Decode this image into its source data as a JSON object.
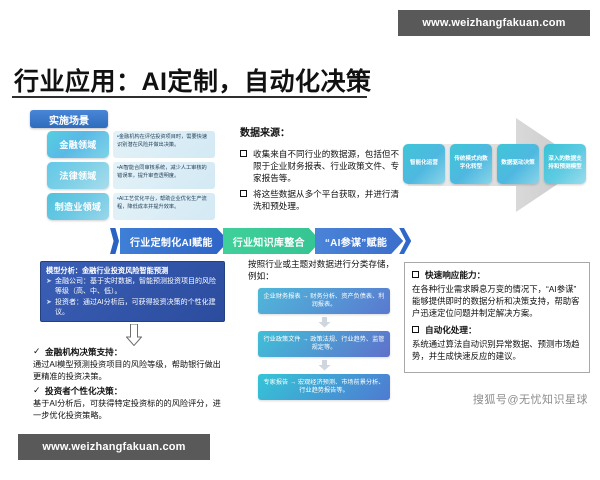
{
  "watermarks": {
    "top": "www.weizhangfakuan.com",
    "bottom": "www.weizhangfakuan.com",
    "sohu": "搜狐号@无忧知识星球"
  },
  "slide": {
    "title": "行业应用：AI定制，自动化决策",
    "scenario_tag": "实施场景"
  },
  "domains": [
    {
      "name": "金融领域",
      "desc": "金融机构在评估投资项目时，需要快速识别潜在风险并做出决策。"
    },
    {
      "name": "法律领域",
      "desc": "AI智能合同审核系统，减少人工审核的错误率，提升审查透明度。"
    },
    {
      "name": "制造业领域",
      "desc": "AI工艺优化平台，帮助企业优化生产流程，降低成本并提升效率。"
    }
  ],
  "datasource": {
    "title": "数据来源：",
    "items": [
      "收集来自不同行业的数据源，包括但不限于企业财务报表、行业政策文件、专家报告等。",
      "将这些数据从多个平台获取，并进行清洗和预处理。"
    ]
  },
  "transform_boxes": [
    "智能化运营",
    "传统模式向数字化转型",
    "数据驱动决策",
    "深入的数据支持和预测模型"
  ],
  "process_chevrons": [
    "行业定制化AI赋能",
    "行业知识库整合",
    "“AI参谋”赋能"
  ],
  "model_box": {
    "title": "模型分析：金融行业投资风险智能预测",
    "items": [
      "金融公司：基于实时数据，智能预测投资项目的风险等级（高、中、低）。",
      "投资者：通过AI分析后，可获得投资决策的个性化建议。"
    ]
  },
  "checklist": [
    {
      "mark": "✓",
      "head": "金融机构决策支持：",
      "body": "通过AI模型预测投资项目的风险等级，帮助银行做出更精准的投资决策。"
    },
    {
      "mark": "✓",
      "head": "投资者个性化决策：",
      "body": "基于AI分析后，可获得特定投资标的的风险评分，进一步优化投资策略。"
    }
  ],
  "classify": {
    "title": "按照行业或主题对数据进行分类存储，例如：",
    "boxes": [
      "企业财务报表 → 财务分析、资产负债表、利润报表。",
      "行业政策文件 → 政策法规、行业趋势、监管规定等。",
      "专家报告 → 宏观经济预测、市场前景分析、行业趋势报告等。"
    ]
  },
  "capabilities": [
    {
      "title": "快速响应能力：",
      "text": "在各种行业需求瞬息万变的情况下，“AI参谋”能够提供即时的数据分析和决策支持，帮助客户迅速定位问题并制定解决方案。"
    },
    {
      "title": "自动化处理：",
      "text": "系统通过算法自动识别异常数据、预测市场趋势，并生成快速反应的建议。"
    }
  ],
  "colors": {
    "title_text": "#111111",
    "watermark_bg": "#595959",
    "chip_cyan": "#56cfe1",
    "chevron_blue": "#2e63c6",
    "chevron_green": "#35c493",
    "model_box_blue": "#2c4c9e"
  }
}
